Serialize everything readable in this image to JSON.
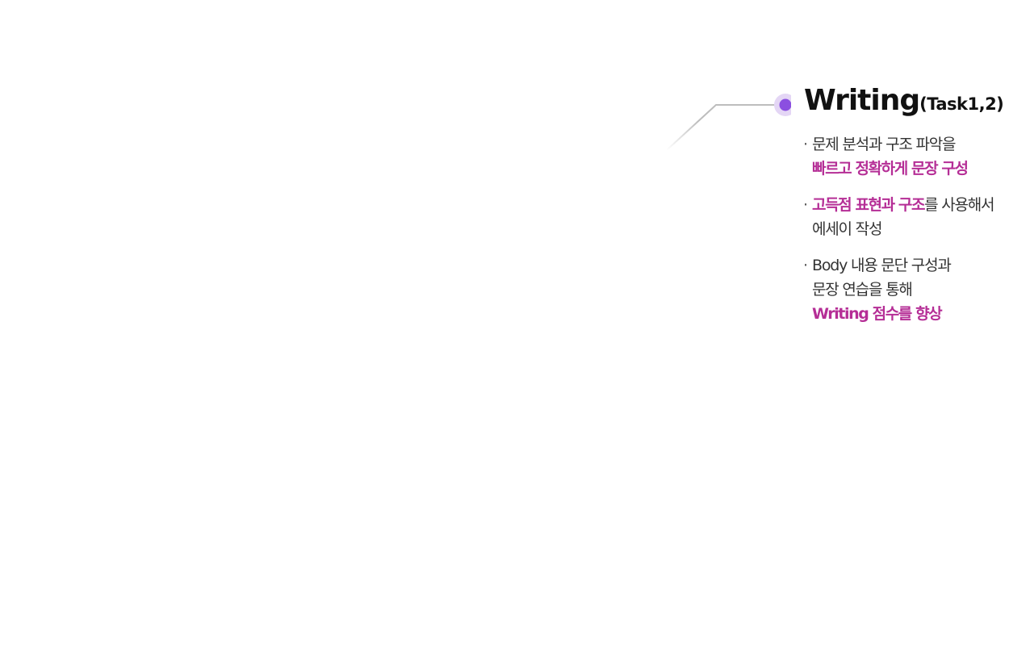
{
  "colors": {
    "accent": "#b52e96",
    "dot": "#8b4fe0",
    "dot_halo": "#e4d6f5",
    "connector": "#bdbdbd",
    "text": "#333333",
    "title": "#111111"
  },
  "icon": "timeline-dot-icon",
  "title": {
    "main": "Writing",
    "sub": "(Task1,2)"
  },
  "bullet_symbol": "·",
  "bullets": [
    {
      "line1": "문제 분석과 구조 파악을",
      "line2_highlight": "빠르고 정확하게 문장 구성"
    },
    {
      "line1_highlight": "고득점 표현과 구조",
      "line1_rest": "를 사용해서",
      "line2": "에세이 작성"
    },
    {
      "line1": "Body 내용 문단 구성과",
      "line2": "문장 연습을 통해",
      "line3_highlight": "Writing 점수를 향상"
    }
  ]
}
